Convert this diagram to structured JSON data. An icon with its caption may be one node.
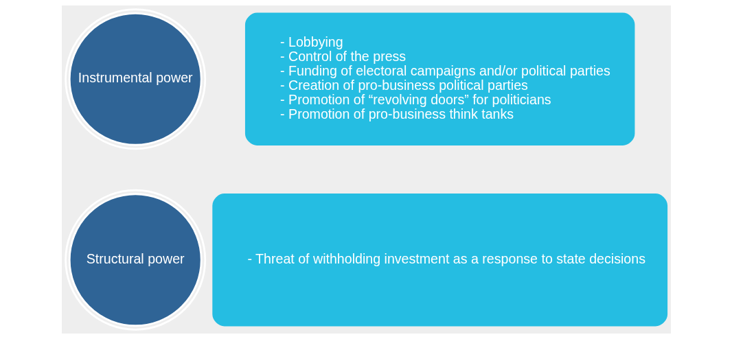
{
  "diagram": {
    "nodes": [
      {
        "text": [
          "Structural power"
        ]
      },
      {
        "text": [
          "- Threat of withholding investment as a response to state decisions"
        ]
      },
      {
        "text": [
          "Instrumental power"
        ]
      },
      {
        "text": [
          "- Lobbying",
          "- Control of the press",
          "- Funding of electoral campaigns and/or political parties",
          "- Creation of pro-business political parties",
          "- Promotion of “revolving doors” for politicians",
          "- Promotion of pro-business think tanks"
        ]
      }
    ]
  }
}
